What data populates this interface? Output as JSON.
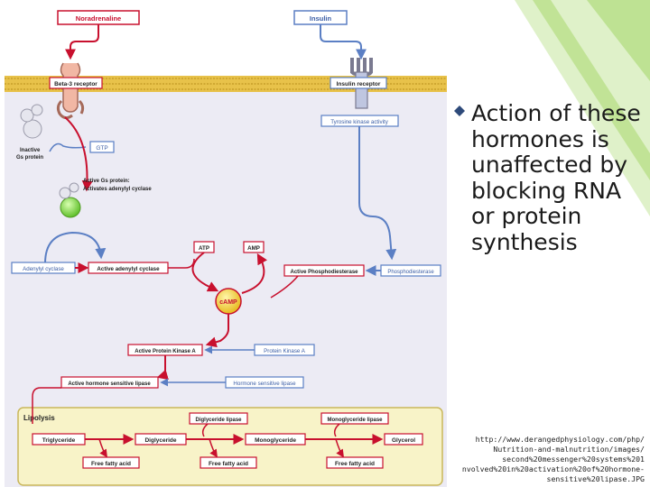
{
  "diagram": {
    "noradrenaline": "Noradrenaline",
    "insulin": "Insulin",
    "beta3_receptor": "Beta-3 receptor",
    "insulin_receptor": "Insulin receptor",
    "tyrosine_kinase": "Tyrosine kinase activity",
    "gtp": "GTP",
    "inactive_gs_line1": "Inactive",
    "inactive_gs_line2": "Gs protein",
    "active_gs_line1": "Active Gs protein:",
    "active_gs_line2": "Activates adenylyl cyclase",
    "adenylyl_cyclase": "Adenylyl cyclase",
    "active_adenylyl_cyclase": "Active adenylyl cyclase",
    "atp": "ATP",
    "amp": "AMP",
    "active_phosphodiesterase": "Active Phosphodiesterase",
    "phosphodiesterase": "Phosphodiesterase",
    "camp": "cAMP",
    "active_pka": "Active Protein Kinase A",
    "pka": "Protein Kinase A",
    "active_hsl": "Active hormone sensitive lipase",
    "hsl": "Hormone sensitive lipase",
    "lipolysis": "Lipolysis",
    "diglyceride_lipase": "Diglyceride lipase",
    "monoglyceride_lipase": "Monoglyceride lipase",
    "triglyceride": "Triglyceride",
    "diglyceride": "Diglyceride",
    "monoglyceride": "Monoglyceride",
    "glycerol": "Glycerol",
    "ffa1": "Free fatty acid",
    "ffa2": "Free fatty acid",
    "ffa3": "Free fatty acid"
  },
  "bullet": {
    "text": "Action of these hormones is unaffected by blocking RNA or protein synthesis"
  },
  "caption": {
    "lines": [
      "http://www.derangedphysiology.com/php/",
      "Nutrition-and-malnutrition/images/",
      "second%20messenger%20systems%201",
      "nvolved%20in%20activation%20of%20hormone-",
      "sensitive%20lipase.JPG"
    ]
  },
  "colors": {
    "red": "#c8102e",
    "blue": "#5b7fc4",
    "membrane": "#e8c24a",
    "background": "#ecebf4",
    "lipolysis_panel": "#f8f3c8",
    "green_accent": "#8fcf3f",
    "camp_fill": "#f4d23a"
  }
}
